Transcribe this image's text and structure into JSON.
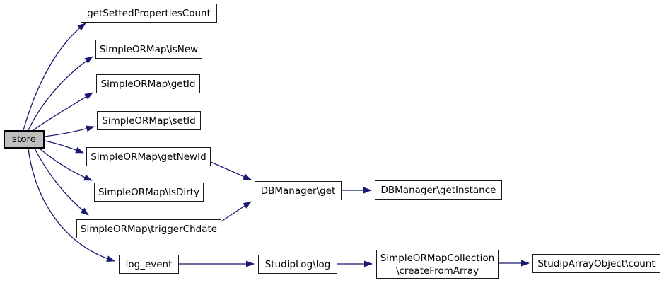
{
  "diagram": {
    "type": "call-graph",
    "root": "store",
    "colors": {
      "background": "#ffffff",
      "edge": "#191970",
      "node_border": "#1a1a1a",
      "node_fill": "#ffffff",
      "root_fill": "#bfbfbf",
      "text": "#000000"
    },
    "nodes": [
      {
        "id": "store",
        "label": "store"
      },
      {
        "id": "getSettedPropertiesCount",
        "label": "getSettedPropertiesCount"
      },
      {
        "id": "simpleormap-isnew",
        "label": "SimpleORMap\\isNew"
      },
      {
        "id": "simpleormap-getid",
        "label": "SimpleORMap\\getId"
      },
      {
        "id": "simpleormap-setid",
        "label": "SimpleORMap\\setId"
      },
      {
        "id": "simpleormap-getnewid",
        "label": "SimpleORMap\\getNewId"
      },
      {
        "id": "simpleormap-isdirty",
        "label": "SimpleORMap\\isDirty"
      },
      {
        "id": "simpleormap-triggerchdate",
        "label": "SimpleORMap\\triggerChdate"
      },
      {
        "id": "log-event",
        "label": "log_event"
      },
      {
        "id": "dbmanager-get",
        "label": "DBManager\\get"
      },
      {
        "id": "dbmanager-getinstance",
        "label": "DBManager\\getInstance"
      },
      {
        "id": "studiplog-log",
        "label": "StudipLog\\log"
      },
      {
        "id": "simpleormapcollection-createfromarray",
        "label": "SimpleORMapCollection\n\\createFromArray"
      },
      {
        "id": "studiparrayobject-count",
        "label": "StudipArrayObject\\count"
      }
    ],
    "edges": [
      {
        "from": "store",
        "to": "getSettedPropertiesCount"
      },
      {
        "from": "store",
        "to": "SimpleORMap\\isNew"
      },
      {
        "from": "store",
        "to": "SimpleORMap\\getId"
      },
      {
        "from": "store",
        "to": "SimpleORMap\\setId"
      },
      {
        "from": "store",
        "to": "SimpleORMap\\getNewId"
      },
      {
        "from": "store",
        "to": "SimpleORMap\\isDirty"
      },
      {
        "from": "store",
        "to": "SimpleORMap\\triggerChdate"
      },
      {
        "from": "store",
        "to": "log_event"
      },
      {
        "from": "SimpleORMap\\getNewId",
        "to": "DBManager\\get"
      },
      {
        "from": "SimpleORMap\\triggerChdate",
        "to": "DBManager\\get"
      },
      {
        "from": "DBManager\\get",
        "to": "DBManager\\getInstance"
      },
      {
        "from": "log_event",
        "to": "StudipLog\\log"
      },
      {
        "from": "StudipLog\\log",
        "to": "SimpleORMapCollection\\createFromArray"
      },
      {
        "from": "SimpleORMapCollection\\createFromArray",
        "to": "StudipArrayObject\\count"
      }
    ]
  }
}
